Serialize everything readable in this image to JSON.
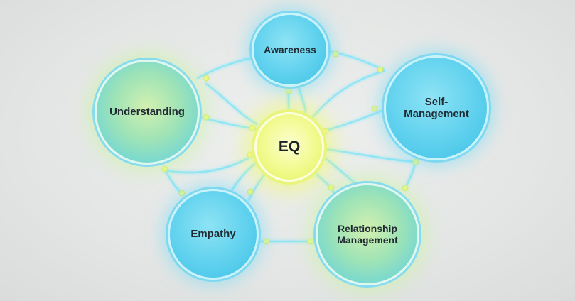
{
  "diagram": {
    "center": {
      "label": "EQ"
    },
    "nodes": {
      "awareness": {
        "label": "Awareness"
      },
      "understanding": {
        "label": "Understanding"
      },
      "self_management": {
        "line1": "Self-",
        "line2": "Management"
      },
      "empathy": {
        "label": "Empathy"
      },
      "relationship_management": {
        "line1": "Relationship",
        "line2": "Management"
      }
    },
    "colors": {
      "link": "#8fe6f6",
      "dot": "#eaf58a",
      "node_blue": "#5fd1ee",
      "center_yellow": "#f1fa8e"
    }
  }
}
